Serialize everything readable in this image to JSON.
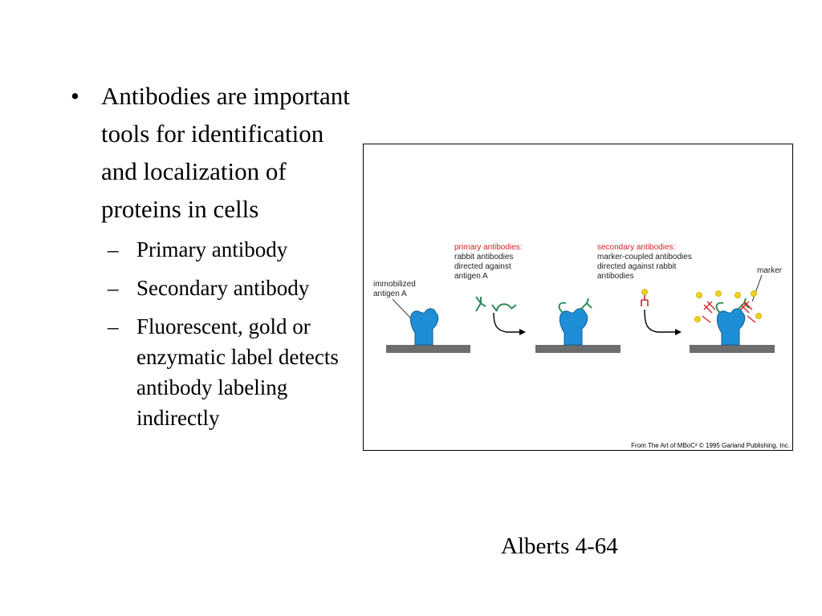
{
  "slide": {
    "main_bullet": "Antibodies are important tools for identification and localization of proteins in cells",
    "sub_bullets": [
      "Primary antibody",
      "Secondary antibody",
      "Fluorescent, gold or enzymatic label detects antibody labeling indirectly"
    ],
    "bullet_symbol": "•",
    "dash_symbol": "–"
  },
  "figure": {
    "immobilized_label": [
      "immobilized",
      "antigen A"
    ],
    "primary_heading": "primary antibodies:",
    "primary_lines": [
      "rabbit antibodies",
      "directed against",
      "antigen A"
    ],
    "secondary_heading": "secondary antibodies:",
    "secondary_lines": [
      "marker-coupled antibodies",
      "directed against rabbit",
      "antibodies"
    ],
    "marker_label": "marker",
    "credit": "From The Art of MBoC² © 1995 Garland Publishing, Inc.",
    "colors": {
      "antigen": "#1e8fd6",
      "primary_antibody": "#2e8b57",
      "secondary_antibody": "#d2232a",
      "marker": "#f2d21a",
      "surface": "#6d6d6d",
      "heading_red": "#d2232a"
    }
  },
  "caption": "Alberts 4-64"
}
